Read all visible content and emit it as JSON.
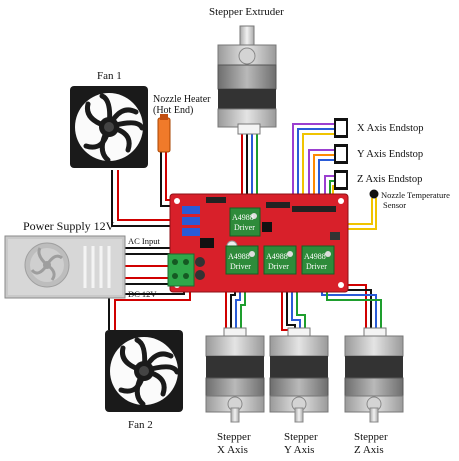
{
  "labels": {
    "stepper_extruder": "Stepper Extruder",
    "fan1": "Fan 1",
    "nozzle_heater_l1": "Nozzle Heater",
    "nozzle_heater_l2": "(Hot End)",
    "power_supply": "Power Supply 12V",
    "ac_input": "AC Input",
    "dc_12v": "DC 12V",
    "fan2": "Fan 2",
    "x_endstop": "X Axis Endstop",
    "y_endstop": "Y Axis Endstop",
    "z_endstop": "Z Axis Endstop",
    "nozzle_temp_l1": "Nozzle Temperature",
    "nozzle_temp_l2": "Sensor",
    "stepper_x_l1": "Stepper",
    "stepper_x_l2": "X Axis",
    "stepper_y_l1": "Stepper",
    "stepper_y_l2": "Y Axis",
    "stepper_z_l1": "Stepper",
    "stepper_z_l2": "Z Axis",
    "driver_brand": "A4988",
    "driver_word": "Driver"
  },
  "colors": {
    "board": "#d8202a",
    "driver": "#2e8b3a",
    "wire_red": "#d00000",
    "wire_black": "#111111",
    "wire_blue": "#2a5bd7",
    "wire_purple": "#9b3fd0",
    "wire_yellow": "#f0c400",
    "wire_green": "#1e9e2e",
    "wire_orange": "#ff8a00",
    "heater": "#f07a2a"
  }
}
